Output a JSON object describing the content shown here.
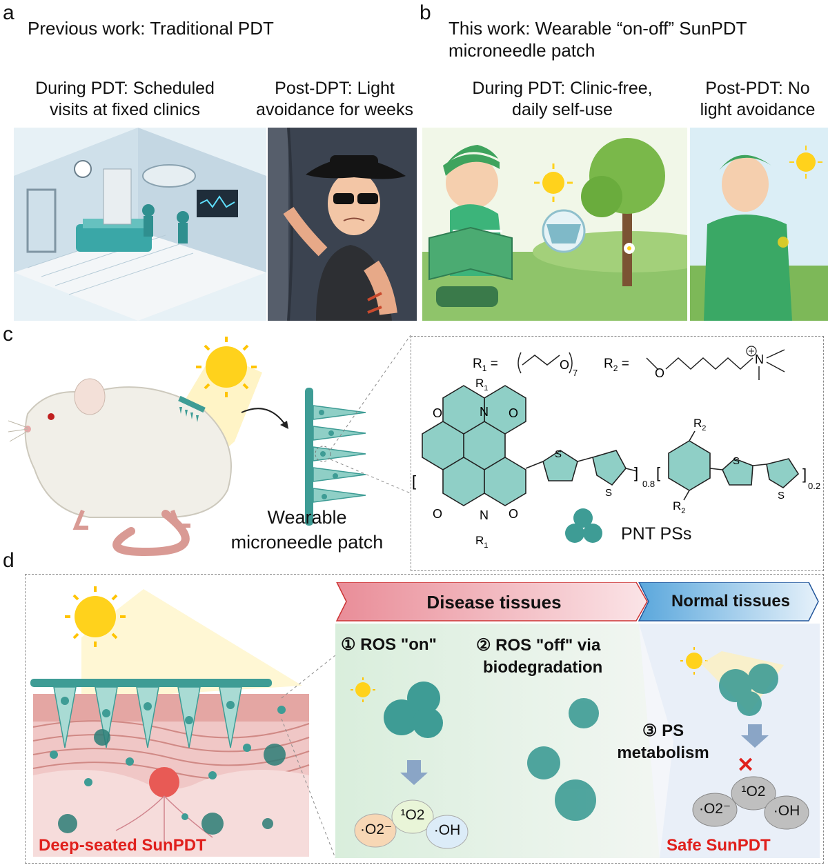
{
  "panel_a": {
    "letter": "a",
    "title": "Previous work: Traditional PDT",
    "left_caption": [
      "During PDT: Scheduled",
      "visits at fixed clinics"
    ],
    "right_caption": [
      "Post-DPT: Light",
      "avoidance for weeks"
    ]
  },
  "panel_b": {
    "letter": "b",
    "title": [
      "This work: Wearable “on-off” SunPDT",
      "microneedle patch"
    ],
    "left_caption": [
      "During PDT: Clinic-free,",
      "daily self-use"
    ],
    "right_caption": [
      "Post-PDT: No",
      "light avoidance"
    ]
  },
  "panel_c": {
    "letter": "c",
    "patch_label": [
      "Wearable",
      "microneedle patch"
    ],
    "r1_label": "R",
    "r1_sub": "1",
    "r1_eq": " =",
    "r1_rep": "7",
    "r2_label": "R",
    "r2_sub": "2",
    "r2_eq": " =",
    "n_label": "N",
    "o_label": "O",
    "s_label": "S",
    "sub_08": "0.8",
    "sub_02": "0.2",
    "pnt_label": "PNT PSs"
  },
  "panel_d": {
    "letter": "d",
    "disease_label": "Disease tissues",
    "normal_label": "Normal tissues",
    "step1": "① ROS \"on\"",
    "step2": [
      "② ROS \"off\" via",
      "biodegradation"
    ],
    "step3": [
      "③ PS",
      "metabolism"
    ],
    "ros": [
      "·O2⁻",
      "¹O2",
      "·OH"
    ],
    "deep_label": "Deep-seated SunPDT",
    "safe_label": "Safe SunPDT",
    "cross_mark": "✕"
  },
  "colors": {
    "teal": "#3e9c95",
    "teal_light": "#8fcfc6",
    "red": "#e0201c",
    "sun": "#ffd21c",
    "disease_arrow": "#e98d98",
    "normal_arrow": "#5aa7dc"
  }
}
